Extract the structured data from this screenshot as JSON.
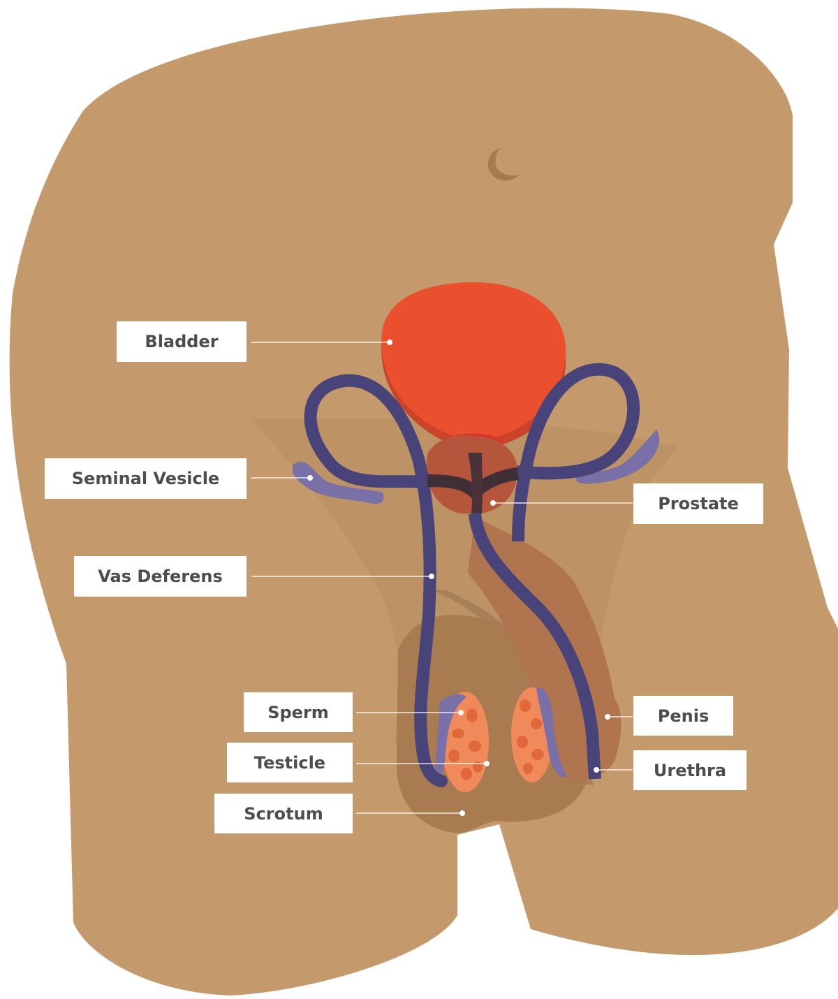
{
  "labels": {
    "bladder": "Bladder",
    "seminal_vesicle": "Seminal Vesicle",
    "vas_deferens": "Vas Deferens",
    "prostate": "Prostate",
    "sperm": "Sperm",
    "testicle": "Testicle",
    "scrotum": "Scrotum",
    "penis": "Penis",
    "urethra": "Urethra"
  },
  "colors": {
    "skin": "#c49a6c",
    "skin_shadow": "#b68a5c",
    "scrotum": "#a87c50",
    "penis": "#b0754e",
    "bladder": "#ea4f2e",
    "bladder_shadow": "#c9442a",
    "prostate": "#b5553c",
    "tube": "#48447a",
    "seminal_vesicle": "#7a70a8",
    "testicle": "#f08a5a",
    "sperm": "#e0683a",
    "label_text": "#4d4d4f",
    "leader_line": "#ffffff"
  }
}
